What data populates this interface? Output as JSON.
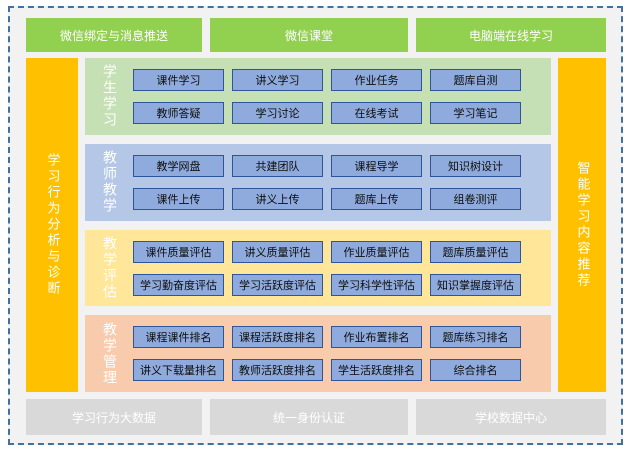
{
  "colors": {
    "frame_dashed_border": "#41719C",
    "inner_background": "#F1F2F1",
    "top_bottom_green": "#92D050",
    "side_bar_orange": "#FFC000",
    "bottom_gray": "#D9D9D9",
    "item_fill": "#8FAADC",
    "item_border": "#2E5597",
    "panel_student_green": "#C5E0B4",
    "panel_teacher_blue": "#B4C7E7",
    "panel_evaluation_yellow": "#FFE699",
    "panel_management_peach": "#F8CBAD"
  },
  "top_row": {
    "items": [
      "微信绑定与消息推送",
      "微信课堂",
      "电脑端在线学习"
    ]
  },
  "left_bar": {
    "label": "学习行为分析与诊断"
  },
  "right_bar": {
    "label": "智能学习内容推荐"
  },
  "sections": [
    {
      "label": "学生学习",
      "items": [
        "课件学习",
        "讲义学习",
        "作业任务",
        "题库自测",
        "教师答疑",
        "学习讨论",
        "在线考试",
        "学习笔记"
      ]
    },
    {
      "label": "教师教学",
      "items": [
        "教学网盘",
        "共建团队",
        "课程导学",
        "知识树设计",
        "课件上传",
        "讲义上传",
        "题库上传",
        "组卷测评"
      ]
    },
    {
      "label": "教学评估",
      "items": [
        "课件质量评估",
        "讲义质量评估",
        "作业质量评估",
        "题库质量评估",
        "学习勤奋度评估",
        "学习活跃度评估",
        "学习科学性评估",
        "知识掌握度评估"
      ]
    },
    {
      "label": "教学管理",
      "items": [
        "课程课件排名",
        "课程活跃度排名",
        "作业布置排名",
        "题库练习排名",
        "讲义下载量排名",
        "教师活跃度排名",
        "学生活跃度排名",
        "综合排名"
      ]
    }
  ],
  "bottom_row": {
    "items": [
      "学习行为大数据",
      "统一身份认证",
      "学校数据中心"
    ]
  }
}
